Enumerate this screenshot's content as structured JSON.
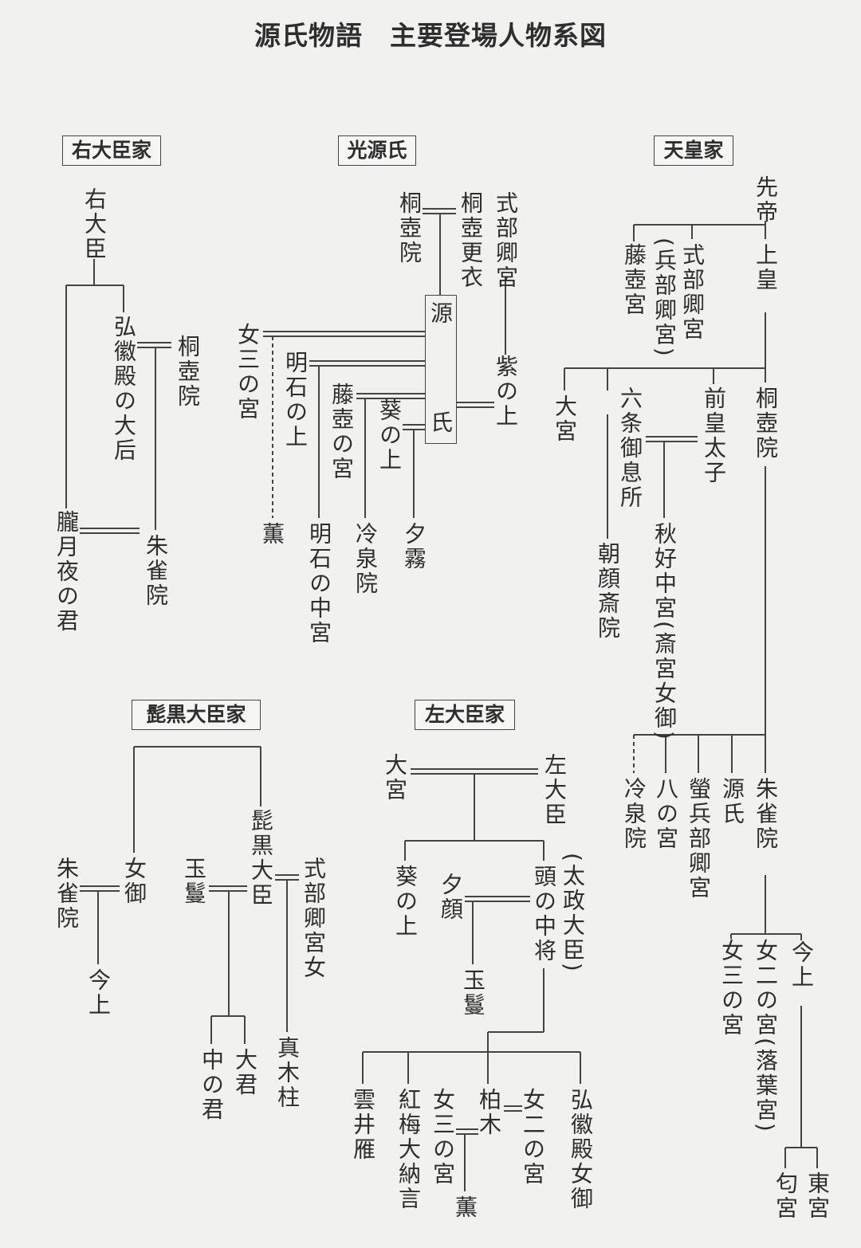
{
  "title": "源氏物語　主要登場人物系図",
  "udaijin": {
    "heading": "右大臣家",
    "udaijin": "右大臣",
    "kokiden": "弘徽殿の大后",
    "kiritsubo_in": "桐壺院",
    "oborozukiyo": "朧月夜の君",
    "suzaku_in": "朱雀院"
  },
  "genji": {
    "heading": "光源氏",
    "kiritsubo_in": "桐壺院",
    "kiritsubo_koi": "桐壺更衣",
    "shikibukyo": "式部卿宮",
    "gen": "源",
    "ji": "氏",
    "onna_san": "女三の宮",
    "akashi_ue": "明石の上",
    "fujitsubo": "藤壺の宮",
    "aoi": "葵の上",
    "murasaki": "紫の上",
    "kaoru": "薫",
    "akashi_chugu": "明石の中宮",
    "reizei": "冷泉院",
    "yugiri": "夕霧"
  },
  "imperial": {
    "heading": "天皇家",
    "sentei": "先帝",
    "fujitsubo": "藤壺宮",
    "shikibukyo": "式部卿宮",
    "hyobukyo": "(兵部卿宮)",
    "jokou": "上皇",
    "omiya": "大宮",
    "rokujo": "六条御息所",
    "zenkotaishi": "前皇太子",
    "kiritsubo_in": "桐壺院",
    "asagao": "朝顔斎院",
    "akikonomu": "秋好中宮(斎宮女御)",
    "reizei": "冷泉院",
    "hachinomiya": "八の宮",
    "hotaru": "螢兵部卿宮",
    "genji": "源氏",
    "suzaku": "朱雀院",
    "onna_san": "女三の宮",
    "onna_ni": "女二の宮(落葉宮)",
    "kinjo": "今上",
    "niou": "匂宮",
    "togu": "東宮"
  },
  "higekuro": {
    "heading": "髭黒大臣家",
    "suzaku": "朱雀院",
    "nyogo": "女御",
    "kinjo": "今上",
    "tamakazura": "玉鬘",
    "higekuro": "髭黒大臣",
    "shikibu_musume": "式部卿宮女",
    "naka_kimi": "中の君",
    "oigimi": "大君",
    "makibashira": "真木柱"
  },
  "sadaijin": {
    "heading": "左大臣家",
    "omiya": "大宮",
    "sadaijin": "左大臣",
    "aoi": "葵の上",
    "yugao": "夕顔",
    "to_chujo": "頭の中将",
    "dajodaijin": "(太政大臣)",
    "tamakazura": "玉鬘",
    "kumoinokari": "雲井雁",
    "kobai": "紅梅大納言",
    "onna_san": "女三の宮",
    "kashiwagi": "柏木",
    "onna_ni": "女二の宮",
    "kokiden_nyogo": "弘徽殿女御",
    "kaoru": "薫"
  }
}
